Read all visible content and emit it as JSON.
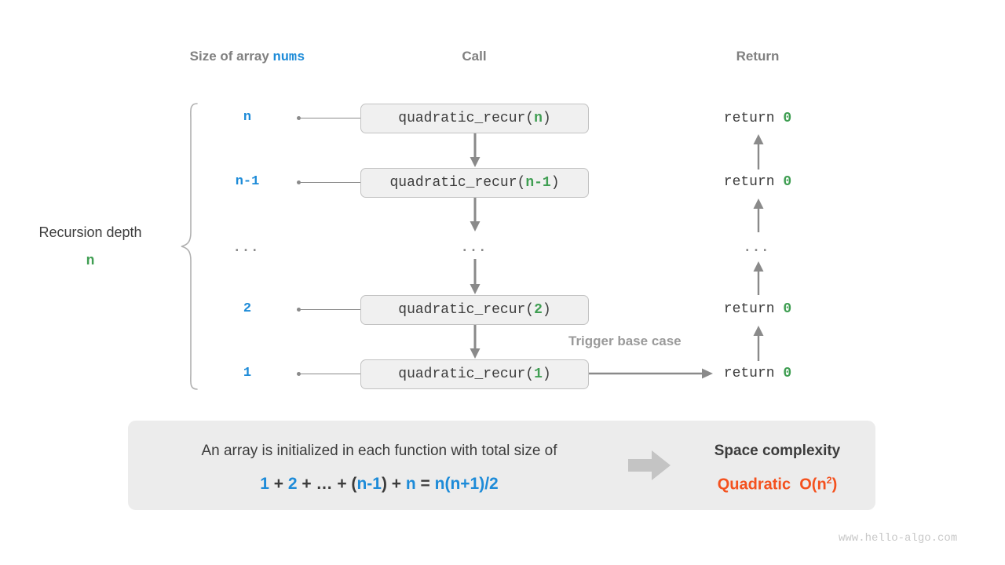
{
  "headers": {
    "size_prefix": "Size of array ",
    "size_var": "nums",
    "call": "Call",
    "return": "Return"
  },
  "depth_annotation": {
    "title": "Recursion depth",
    "value": "n"
  },
  "rows": [
    {
      "size": "n",
      "call_name": "quadratic_recur",
      "call_arg": "n",
      "return_kw": "return",
      "return_val": "0"
    },
    {
      "size": "n-1",
      "call_name": "quadratic_recur",
      "call_arg": "n-1",
      "return_kw": "return",
      "return_val": "0"
    },
    {
      "size": "...",
      "call_name": "...",
      "call_arg": "",
      "return_kw": "...",
      "return_val": ""
    },
    {
      "size": "2",
      "call_name": "quadratic_recur",
      "call_arg": "2",
      "return_kw": "return",
      "return_val": "0"
    },
    {
      "size": "1",
      "call_name": "quadratic_recur",
      "call_arg": "1",
      "return_kw": "return",
      "return_val": "0"
    }
  ],
  "trigger_note": "Trigger base case",
  "summary": {
    "description": "An array is initialized in each function with total size of",
    "formula": {
      "t1": "1",
      "op1": " + ",
      "t2": "2",
      "op2": " + ",
      "t3": "…",
      "op3": " + (",
      "t4": "n-1",
      "op4": ") + ",
      "t5": "n",
      "op5": " = ",
      "t6": "n(n+1)/2"
    },
    "complexity_title": "Space complexity",
    "complexity_label": "Quadratic",
    "complexity_big_o_prefix": "O(n",
    "complexity_big_o_exp": "2",
    "complexity_big_o_suffix": ")"
  },
  "watermark": "www.hello-algo.com",
  "colors": {
    "blue": "#1d8bd8",
    "green": "#3f9e52",
    "orange": "#f4511e",
    "gray_text": "#3c3c3c",
    "gray_head": "#808080",
    "panel_bg": "#ececec",
    "box_bg": "#f0f0f0",
    "line": "#8a8a8a"
  }
}
